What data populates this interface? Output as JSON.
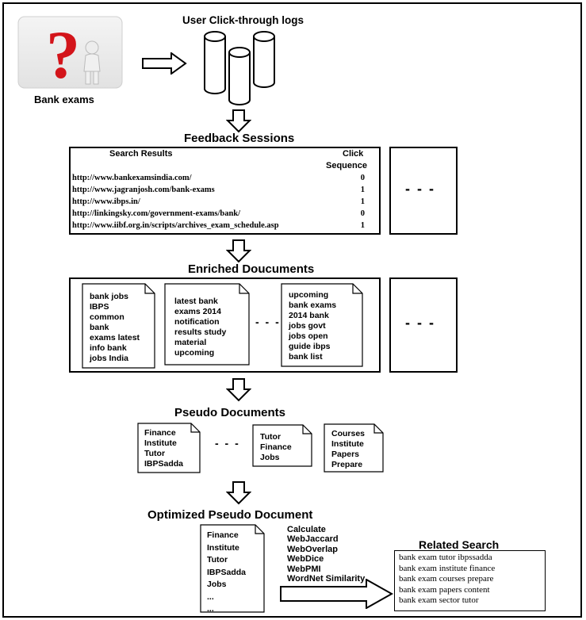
{
  "query_label": "Bank exams",
  "logs_title": "User Click-through logs",
  "feedback": {
    "title": "Feedback Sessions",
    "col_results": "Search Results",
    "col_click_1": "Click",
    "col_click_2": "Sequence",
    "rows": [
      {
        "url": "http://www.bankexamsindia.com/",
        "seq": "0"
      },
      {
        "url": "http://www.jagranjosh.com/bank-exams",
        "seq": "1"
      },
      {
        "url": "http://www.ibps.in/",
        "seq": "1"
      },
      {
        "url": "http://linkingsky.com/government-exams/bank/",
        "seq": "0"
      },
      {
        "url": "http://www.iibf.org.in/scripts/archives_exam_schedule.asp",
        "seq": "1"
      }
    ],
    "more": "- - -"
  },
  "enriched": {
    "title": "Enriched Doucuments",
    "doc1": [
      "bank jobs",
      "IBPS",
      "common",
      "bank",
      "exams latest",
      "info bank",
      "jobs India"
    ],
    "doc2": [
      "latest bank",
      "exams 2014",
      "notification",
      "results study",
      "material",
      "upcoming"
    ],
    "doc3": [
      "upcoming",
      "bank exams",
      "2014 bank",
      "jobs govt",
      "jobs open",
      "guide ibps",
      "bank list"
    ],
    "between": "- - -",
    "more": "- - -"
  },
  "pseudo": {
    "title": "Pseudo Documents",
    "doc1": [
      "Finance",
      "Institute",
      "Tutor",
      "IBPSadda"
    ],
    "doc2": [
      "Tutor",
      "Finance",
      "Jobs"
    ],
    "doc3": [
      "Courses",
      "Institute",
      "Papers",
      "Prepare"
    ],
    "between": "- - -"
  },
  "optimized": {
    "title": "Optimized Pseudo Document",
    "doc": [
      "Finance",
      "Institute",
      "Tutor",
      "IBPSadda",
      "Jobs",
      "...",
      "..."
    ],
    "calc": [
      "Calculate",
      "WebJaccard",
      "WebOverlap",
      "WebDice",
      "WebPMI",
      "WordNet Similarity"
    ]
  },
  "related": {
    "title": "Related Search",
    "items": [
      "bank exam tutor ibpssadda",
      "bank exam institute finance",
      "bank exam courses prepare",
      "bank exam papers content",
      "bank exam sector tutor"
    ]
  }
}
